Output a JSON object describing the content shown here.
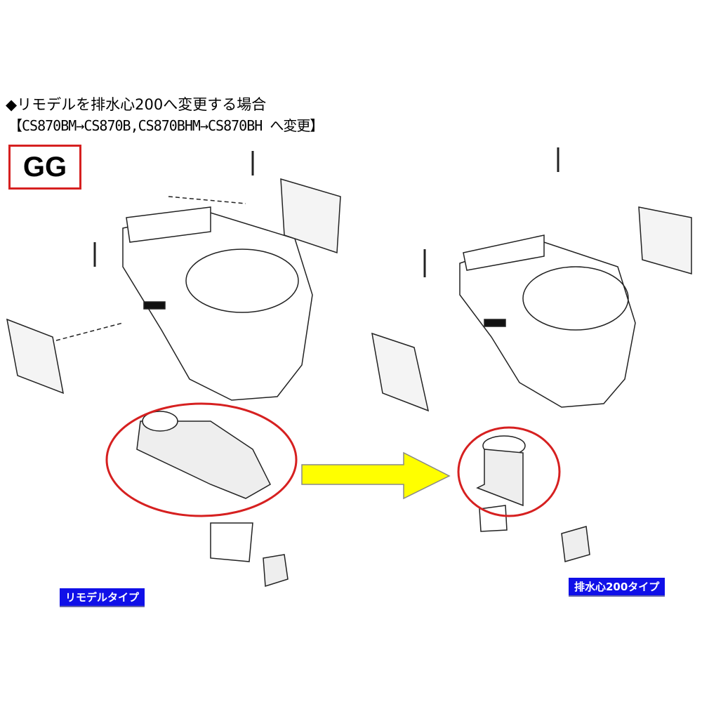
{
  "heading": {
    "line1": "◆リモデルを排水心200へ変更する場合",
    "line2": "【CS870BM→CS870B,CS870BHM→CS870BH へ変更】"
  },
  "badge": "GG",
  "labels": {
    "left": "リモデルタイプ",
    "right": "排水心200タイプ"
  },
  "colors": {
    "highlight_circle": "#d62020",
    "arrow": "#ffff00",
    "label_bg": "#1010e8"
  }
}
